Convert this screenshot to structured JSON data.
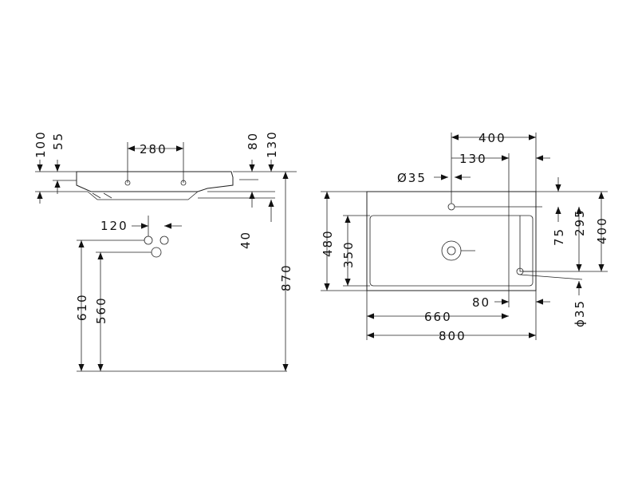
{
  "side_view": {
    "dim_100": "100",
    "dim_55": "55",
    "dim_280": "280",
    "dim_80": "80",
    "dim_130": "130",
    "dim_120": "120",
    "dim_40": "40",
    "dim_610": "610",
    "dim_560": "560",
    "dim_870": "870"
  },
  "top_view": {
    "dim_400_top": "400",
    "dim_130": "130",
    "dim_dia35_top": "Ø35",
    "dim_480": "480",
    "dim_350": "350",
    "dim_75": "75",
    "dim_295": "295",
    "dim_400_right": "400",
    "dim_80": "80",
    "dim_660": "660",
    "dim_800": "800",
    "dim_dia35_bottom": "ϕ35"
  }
}
